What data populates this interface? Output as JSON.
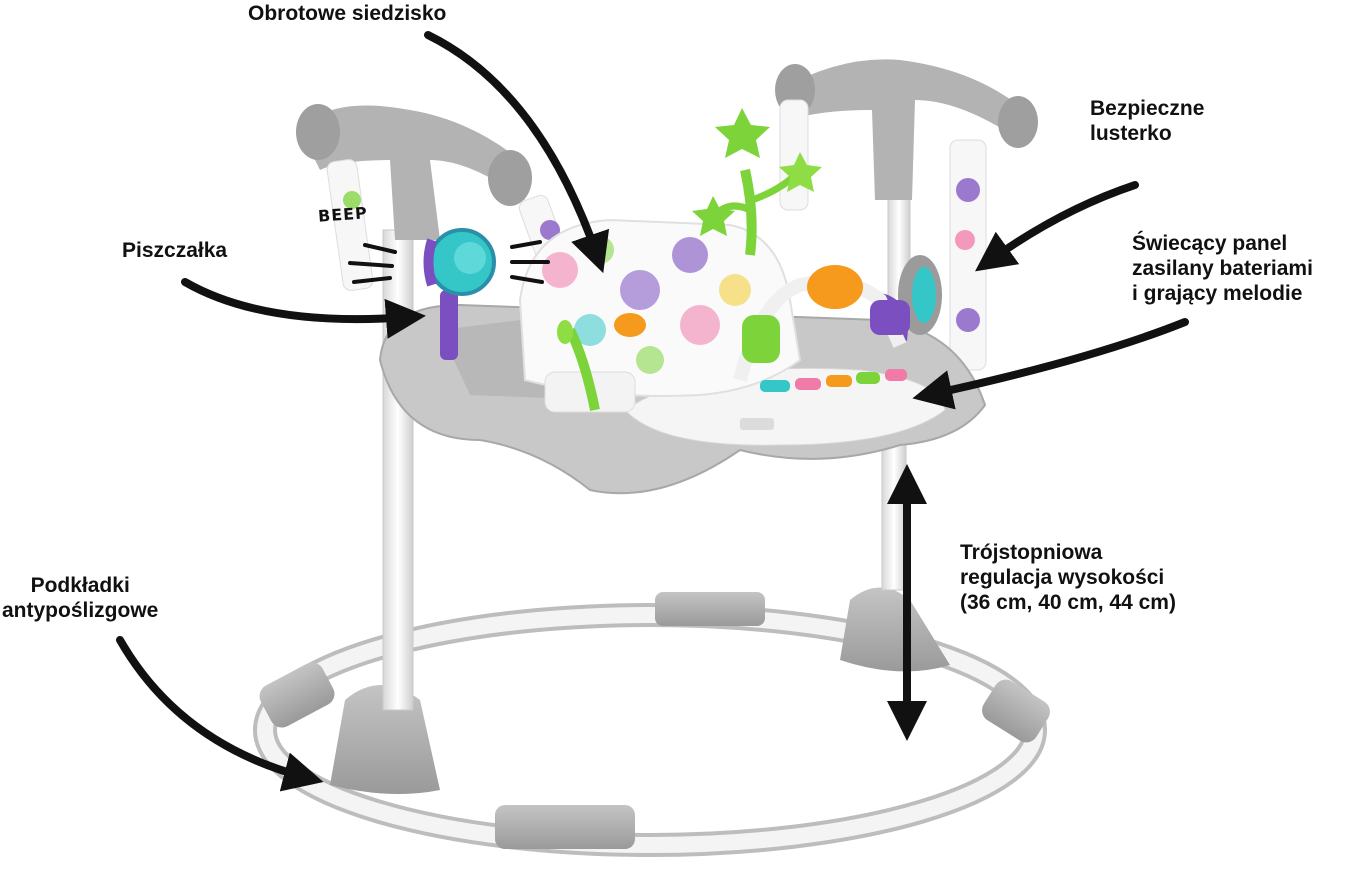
{
  "labels": {
    "seat": "Obrotowe siedzisko",
    "squeaker": "Piszczałka",
    "mirror": [
      "Bezpieczne",
      "lusterko"
    ],
    "panel": [
      "Świecący panel",
      "zasilany bateriami",
      "i grający melodie"
    ],
    "height": [
      "Trójstopniowa",
      "regulacja wysokości",
      "(36 cm, 40 cm, 44 cm)"
    ],
    "pads": [
      "Podkładki",
      "antypoślizgowe"
    ],
    "beep": "BEEP"
  },
  "colors": {
    "frame_gray": "#a9a9a9",
    "light_gray": "#cfcfcf",
    "tube_white": "#f3f3f3",
    "arrow": "#111111",
    "accent_green": "#7cd43a",
    "accent_purple": "#7b4fc0",
    "accent_teal": "#35c6c8",
    "accent_orange": "#f59a1c",
    "accent_pink": "#f07aa8",
    "accent_yellow": "#f4d03f"
  }
}
